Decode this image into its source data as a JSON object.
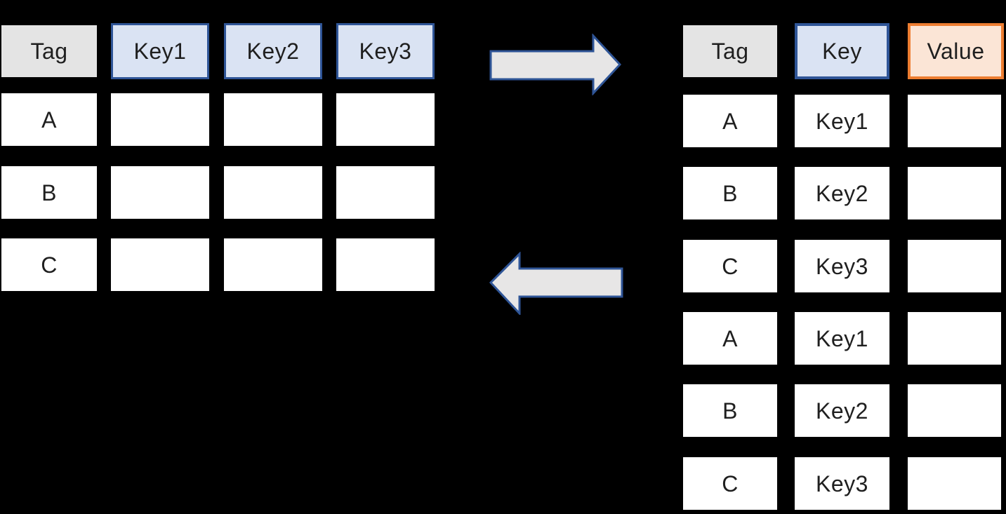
{
  "colors": {
    "background": "#000000",
    "text": "#1f1f1f",
    "gray_header_fill": "#e4e4e4",
    "key_header_fill": "#dae3f3",
    "key_header_border": "#2f5597",
    "value_header_fill": "#fbe5d6",
    "value_header_border": "#ed7d31",
    "cell_fill": "#ffffff",
    "arrow_fill": "#e7e6e6",
    "arrow_border": "#2f5597"
  },
  "wide_table": {
    "headers": {
      "tag": "Tag",
      "key1": "Key1",
      "key2": "Key2",
      "key3": "Key3"
    },
    "rows": [
      {
        "tag": "A",
        "key1": "",
        "key2": "",
        "key3": ""
      },
      {
        "tag": "B",
        "key1": "",
        "key2": "",
        "key3": ""
      },
      {
        "tag": "C",
        "key1": "",
        "key2": "",
        "key3": ""
      }
    ]
  },
  "long_table": {
    "headers": {
      "tag": "Tag",
      "key": "Key",
      "value": "Value"
    },
    "rows": [
      {
        "tag": "A",
        "key": "Key1",
        "value": ""
      },
      {
        "tag": "B",
        "key": "Key2",
        "value": ""
      },
      {
        "tag": "C",
        "key": "Key3",
        "value": ""
      },
      {
        "tag": "A",
        "key": "Key1",
        "value": ""
      },
      {
        "tag": "B",
        "key": "Key2",
        "value": ""
      },
      {
        "tag": "C",
        "key": "Key3",
        "value": ""
      }
    ]
  },
  "icons": {
    "forward_arrow": "right-block-arrow",
    "backward_arrow": "left-block-arrow"
  }
}
